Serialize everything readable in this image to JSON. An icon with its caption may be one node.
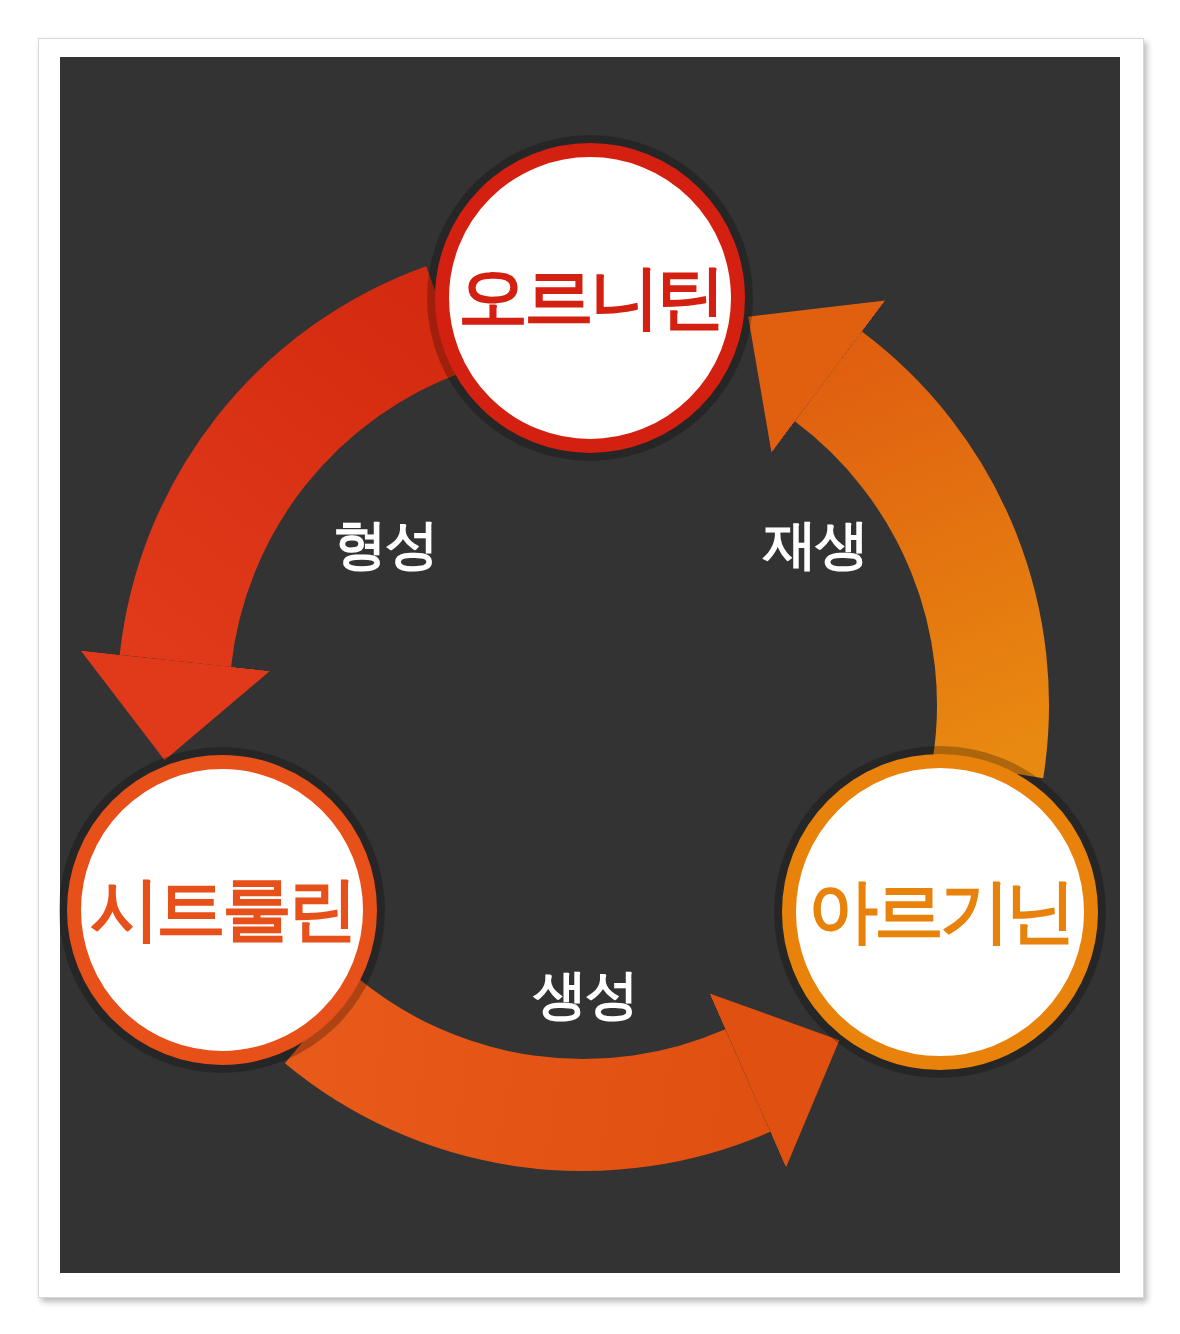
{
  "diagram": {
    "nodes": [
      {
        "text": [
          "오르니틴"
        ]
      },
      {
        "text": [
          "시트룰린"
        ]
      },
      {
        "text": [
          "아르기닌"
        ]
      }
    ],
    "edges": [
      {
        "from": 0,
        "to": 1,
        "arrow": "to",
        "label": "형성"
      },
      {
        "from": 1,
        "to": 2,
        "arrow": "to",
        "label": "생성"
      },
      {
        "from": 2,
        "to": 0,
        "arrow": "to",
        "label": "재생"
      }
    ]
  }
}
